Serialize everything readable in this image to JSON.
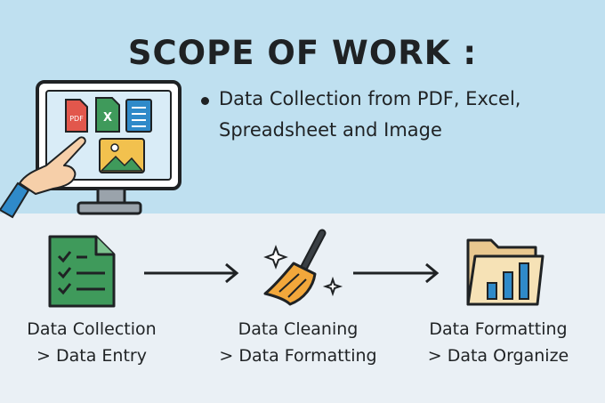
{
  "title": "SCOPE OF WORK :",
  "bullet": {
    "line1": "Data Collection from PDF, Excel,",
    "line2": "Spreadsheet and Image"
  },
  "monitor_icons": {
    "pdf_label": "PDF",
    "excel_label": "X"
  },
  "steps": [
    {
      "line1": "Data Collection",
      "line2": "> Data Entry",
      "icon": "checklist-document-icon"
    },
    {
      "line1": "Data Cleaning",
      "line2": "> Data Formatting",
      "icon": "broom-sparkle-icon"
    },
    {
      "line1": "Data Formatting",
      "line2": "> Data Organize",
      "icon": "folder-bar-chart-icon"
    }
  ],
  "colors": {
    "top_bg": "#bfe0f0",
    "bottom_bg": "#eaf0f5",
    "green": "#3f9a5b",
    "orange": "#f2a73b",
    "blue": "#2f8ac9"
  }
}
